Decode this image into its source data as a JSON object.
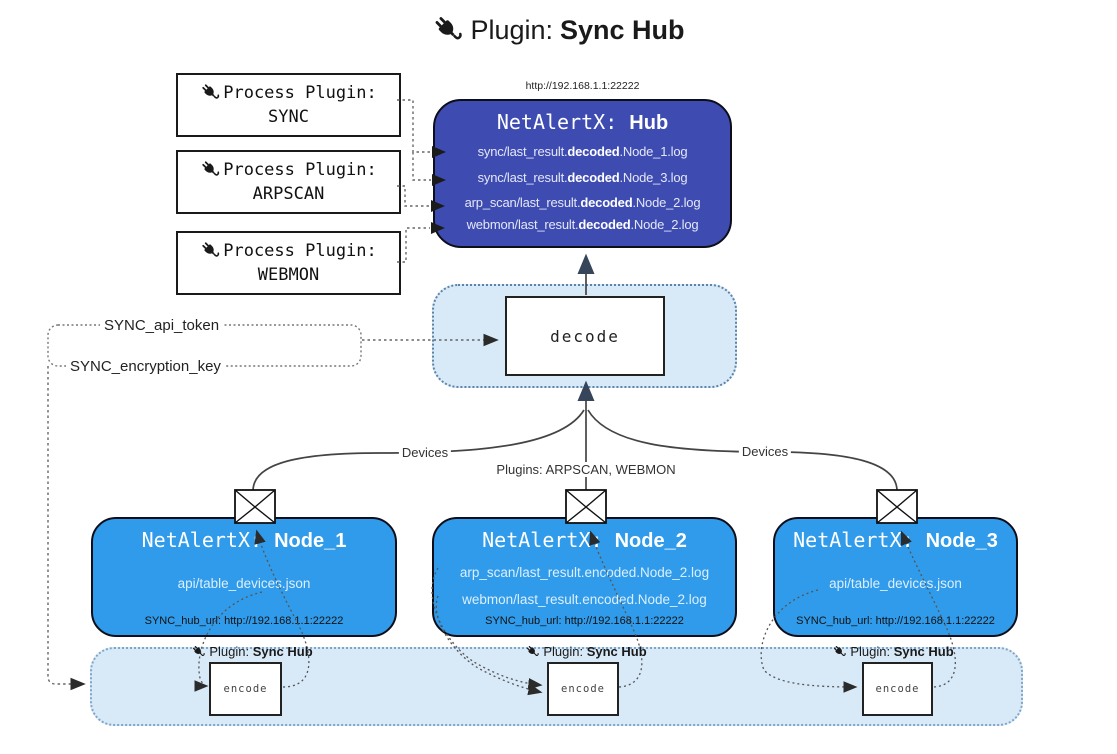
{
  "page": {
    "title": {
      "pre": "Plugin: ",
      "bold": "Sync Hub"
    }
  },
  "hub": {
    "url_above": "http://192.168.1.1:22222",
    "title": {
      "mono": "NetAlertX: ",
      "bold": "Hub"
    },
    "lines": [
      {
        "pre": "sync/last_result.",
        "bold": "decoded",
        "post": ".Node_1.log"
      },
      {
        "pre": "sync/last_result.",
        "bold": "decoded",
        "post": ".Node_3.log"
      },
      {
        "pre": "arp_scan/last_result.",
        "bold": "decoded",
        "post": ".Node_2.log"
      },
      {
        "pre": "webmon/last_result.",
        "bold": "decoded",
        "post": ".Node_2.log"
      }
    ]
  },
  "process_plugins": [
    {
      "label": "Process Plugin:",
      "name": "SYNC"
    },
    {
      "label": "Process Plugin:",
      "name": "ARPSCAN"
    },
    {
      "label": "Process Plugin:",
      "name": "WEBMON"
    }
  ],
  "decode": {
    "label": "decode"
  },
  "settings": {
    "api_token": "SYNC_api_token",
    "encryption_key": "SYNC_encryption_key"
  },
  "edges": {
    "devices_left": "Devices",
    "devices_right": "Devices",
    "plugins_middle": "Plugins: ARPSCAN, WEBMON"
  },
  "nodes": [
    {
      "title": {
        "mono": "NetAlertX: ",
        "bold": "Node_1"
      },
      "lines": [
        "api/table_devices.json"
      ],
      "footer": "SYNC_hub_url: http://192.168.1.1:22222"
    },
    {
      "title": {
        "mono": "NetAlertX: ",
        "bold": "Node_2"
      },
      "lines": [
        "arp_scan/last_result.encoded.Node_2.log",
        "webmon/last_result.encoded.Node_2.log"
      ],
      "footer": "SYNC_hub_url: http://192.168.1.1:22222"
    },
    {
      "title": {
        "mono": "NetAlertX: ",
        "bold": "Node_3"
      },
      "lines": [
        "api/table_devices.json"
      ],
      "footer": "SYNC_hub_url: http://192.168.1.1:22222"
    }
  ],
  "band": {
    "plugin_label": {
      "pre": "Plugin: ",
      "bold": "Sync Hub"
    },
    "encode_label": "encode"
  },
  "colors": {
    "hub_fill": "#3e4cb2",
    "node_fill": "#2f9bea",
    "panel_fill": "#d8e9f8"
  }
}
